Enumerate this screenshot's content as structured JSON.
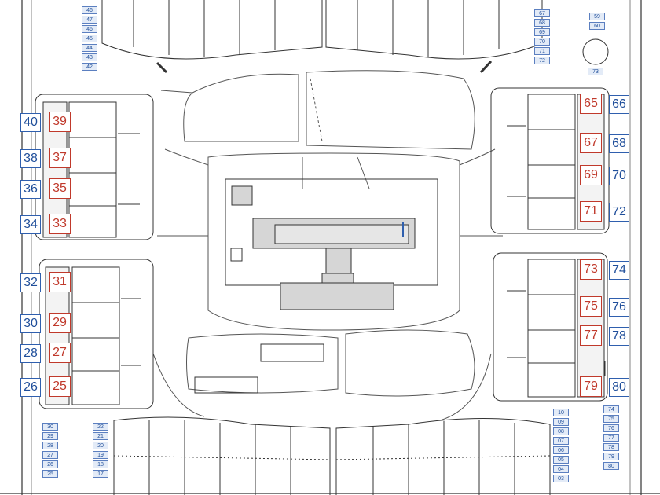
{
  "plan": {
    "left_cluster": {
      "blue_labels": [
        "40",
        "38",
        "36",
        "34",
        "32",
        "30",
        "28",
        "26"
      ],
      "red_labels": [
        "39",
        "37",
        "35",
        "33",
        "31",
        "29",
        "27",
        "25"
      ]
    },
    "right_cluster": {
      "red_labels": [
        "65",
        "67",
        "69",
        "71",
        "73",
        "75",
        "77",
        "79"
      ],
      "blue_labels": [
        "66",
        "68",
        "70",
        "72",
        "74",
        "76",
        "78",
        "80"
      ]
    },
    "parking": {
      "top_left_col2": [
        "46",
        "47",
        "46",
        "45",
        "44",
        "43",
        "42"
      ],
      "top_right_col": [
        "67",
        "68",
        "69",
        "70",
        "71",
        "72"
      ],
      "top_right_far": [
        "59",
        "60"
      ],
      "top_right_tank": "73",
      "bottom_left_col1": [
        "30",
        "29",
        "28",
        "27",
        "26",
        "25"
      ],
      "bottom_left_col2": [
        "22",
        "21",
        "20",
        "19",
        "18",
        "17"
      ],
      "bottom_right_col1": [
        "10",
        "09",
        "08",
        "07",
        "06",
        "05",
        "04",
        "03"
      ],
      "bottom_right_col2": [
        "74",
        "75",
        "76",
        "77",
        "78",
        "79",
        "80"
      ]
    }
  },
  "colors": {
    "line": "#333333",
    "label_blue": "#1f4e9a",
    "label_red": "#c0392b",
    "building_fill": "#d6d6d6",
    "parking_fill": "#e3ebf7"
  }
}
